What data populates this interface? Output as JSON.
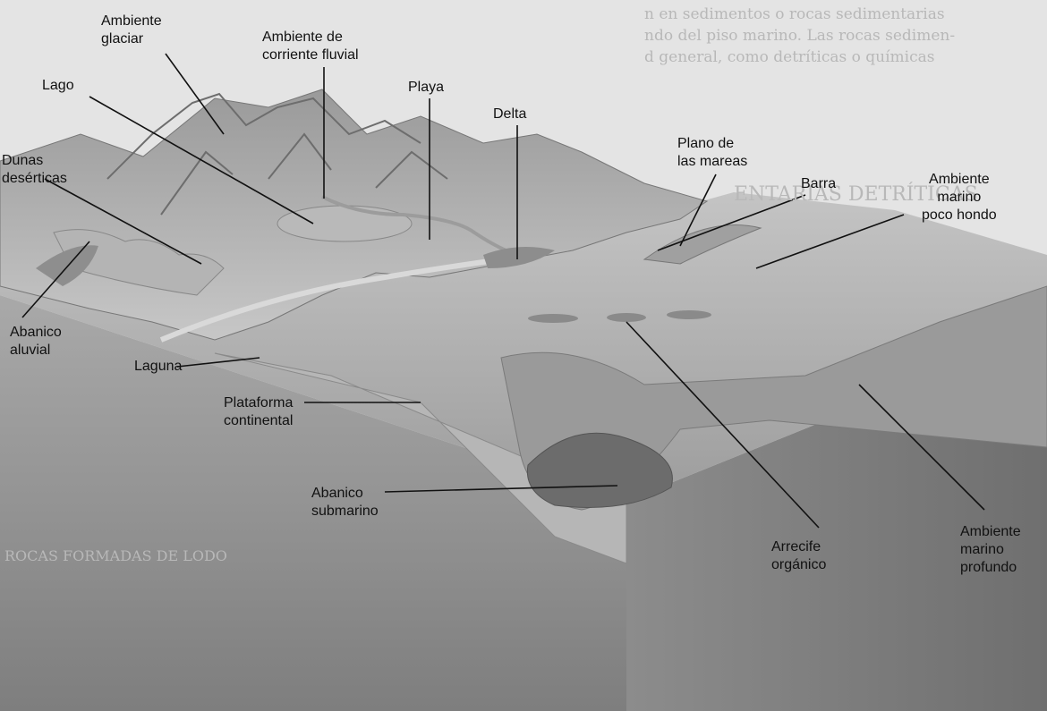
{
  "labels": {
    "ambiente_glaciar": "Ambiente\nglaciar",
    "corriente_fluvial": "Ambiente de\ncorriente fluvial",
    "playa": "Playa",
    "delta": "Delta",
    "lago": "Lago",
    "dunas": "Dunas\ndesérticas",
    "plano_mareas": "Plano de\nlas mareas",
    "barra": "Barra",
    "marino_poco_hondo": "Ambiente\nmarino\npoco hondo",
    "abanico_aluvial": "Abanico\naluvial",
    "laguna": "Laguna",
    "plataforma": "Plataforma\ncontinental",
    "abanico_submarino": "Abanico\nsubmarino",
    "arrecife": "Arrecife\norgánico",
    "marino_profundo": "Ambiente\nmarino\nprofundo"
  },
  "background_text": {
    "line1": "n en sedimentos o rocas sedimentarias",
    "line2": "ndo del piso marino. Las rocas sedimen-",
    "line3": "d general, como detríticas o químicas",
    "line4": "ENTARIAS DETRÍTICAS",
    "line5": "ROCAS FORMADAS DE LODO"
  }
}
